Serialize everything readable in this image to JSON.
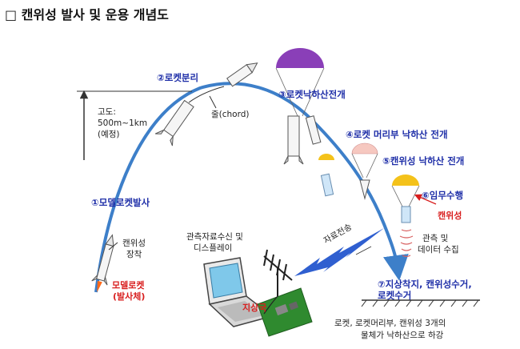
{
  "title": "□ 캔위성 발사 및 운용 개념도",
  "steps": {
    "s1": "①모델로켓발사",
    "s2": "②로켓분리",
    "s3": "③로켓낙하산전개",
    "s4": "④로켓 머리부 낙하산 전개",
    "s5": "⑤캔위성 낙하산 전개",
    "s6": "⑥임무수행",
    "s7a": "⑦지상착지, 캔위성수거,",
    "s7b": "로켓수거"
  },
  "labels": {
    "altitude1": "고도:",
    "altitude2": "500m~1km",
    "altitude3": "(예정)",
    "chord": "줄(chord)",
    "cansat_mount1": "캔위성",
    "cansat_mount2": "장착",
    "model_rocket1": "모델로켓",
    "model_rocket2": "(발사체)",
    "receive1": "관측자료수신 및",
    "receive2": "디스플레이",
    "transmit": "자료전송",
    "ground_station": "지상국",
    "cansat": "캔위성",
    "observe1": "관측 및",
    "observe2": "데이터 수집",
    "footer1": "로켓, 로켓머리부, 캔위성 3개의",
    "footer2": "물체가 낙하산으로 하강"
  },
  "colors": {
    "trajectory": "#3d7fc9",
    "step_text": "#1f2fa8",
    "highlight": "#d81e1e",
    "parachute_rocket": "#8a3fb8",
    "parachute_head": "#f6c8c0",
    "parachute_cansat": "#f4c21a"
  }
}
